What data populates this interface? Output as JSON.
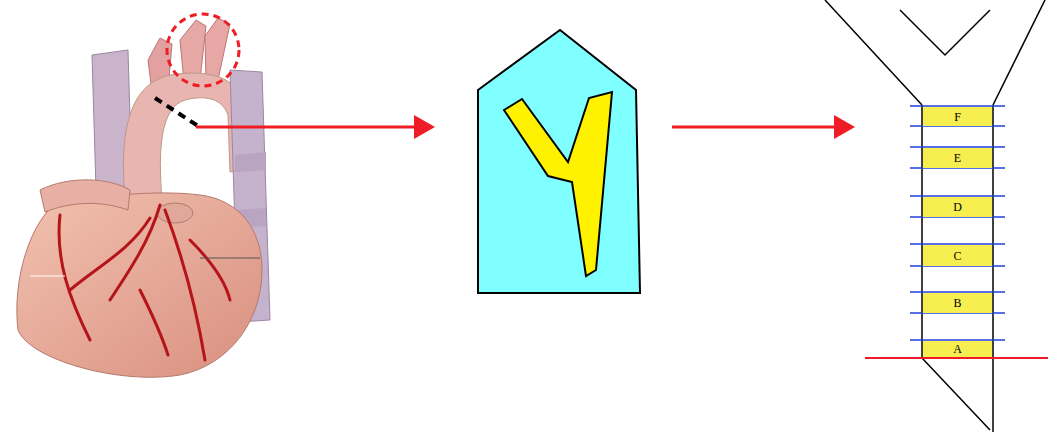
{
  "diagram": {
    "nodes": [
      {
        "text": [
          "F"
        ]
      },
      {
        "text": [
          "E"
        ]
      },
      {
        "text": [
          "D"
        ]
      },
      {
        "text": [
          "C"
        ]
      },
      {
        "text": [
          "B"
        ]
      },
      {
        "text": [
          "A"
        ]
      }
    ]
  }
}
